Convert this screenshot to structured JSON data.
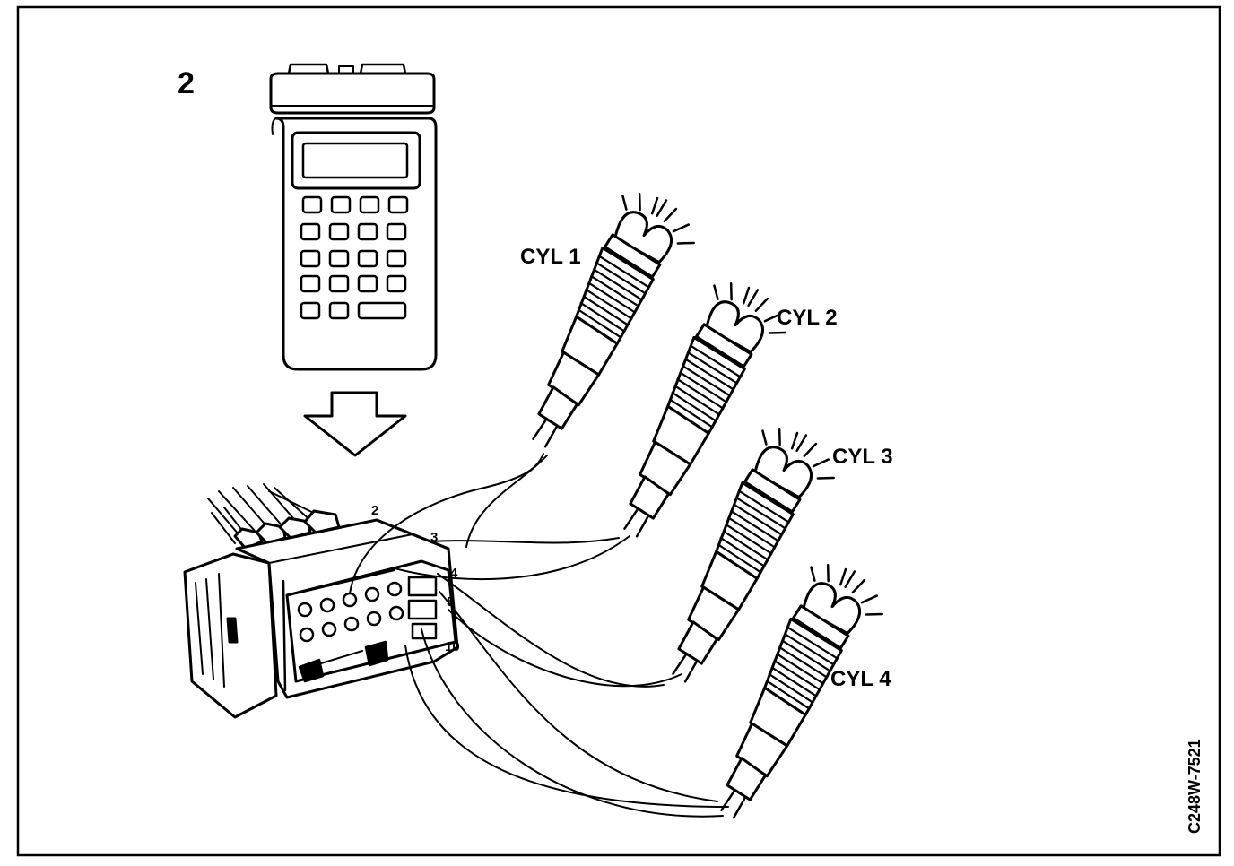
{
  "figure": {
    "step_number": "2",
    "figure_code": "C248W-7521",
    "cylinders": [
      {
        "label": "CYL 1"
      },
      {
        "label": "CYL 2"
      },
      {
        "label": "CYL 3"
      },
      {
        "label": "CYL 4"
      }
    ],
    "connector_pins": [
      "2",
      "3",
      "4",
      "5",
      "10"
    ],
    "icons": {
      "scan_tool": "handheld-scan-tool-icon",
      "arrow": "down-arrow-icon",
      "connector": "wiring-harness-connector-icon",
      "plug": "spark-plug-icon"
    },
    "colors": {
      "ink": "#000000",
      "paper": "#ffffff"
    }
  }
}
